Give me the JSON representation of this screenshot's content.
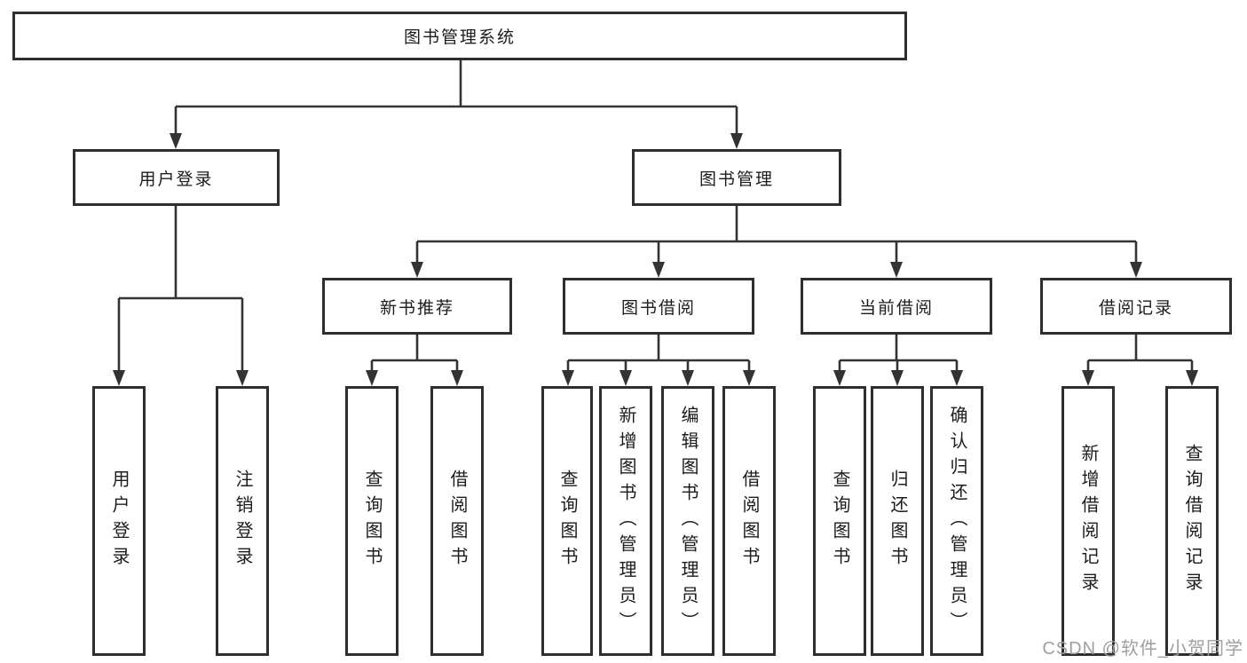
{
  "diagram": {
    "root": {
      "label": "图书管理系统"
    },
    "level2": [
      {
        "label": "用户登录",
        "leaves": [
          "用户登录",
          "注销登录"
        ]
      },
      {
        "label": "图书管理",
        "groups": [
          {
            "label": "新书推荐",
            "leaves": [
              "查询图书",
              "借阅图书"
            ]
          },
          {
            "label": "图书借阅",
            "leaves": [
              "查询图书",
              "新增图书（管理员）",
              "编辑图书（管理员）",
              "借阅图书"
            ]
          },
          {
            "label": "当前借阅",
            "leaves": [
              "查询图书",
              "归还图书",
              "确认归还（管理员）"
            ]
          },
          {
            "label": "借阅记录",
            "leaves": [
              "新增借阅记录",
              "查询借阅记录"
            ]
          }
        ]
      }
    ]
  },
  "watermark": {
    "text": "CSDN @软件_小贺同学",
    "color": "#9f9f9f"
  },
  "colors": {
    "line": "#333333",
    "box_border": "#2e2e2e",
    "text": "#1c1c1c",
    "background": "#ffffff"
  }
}
